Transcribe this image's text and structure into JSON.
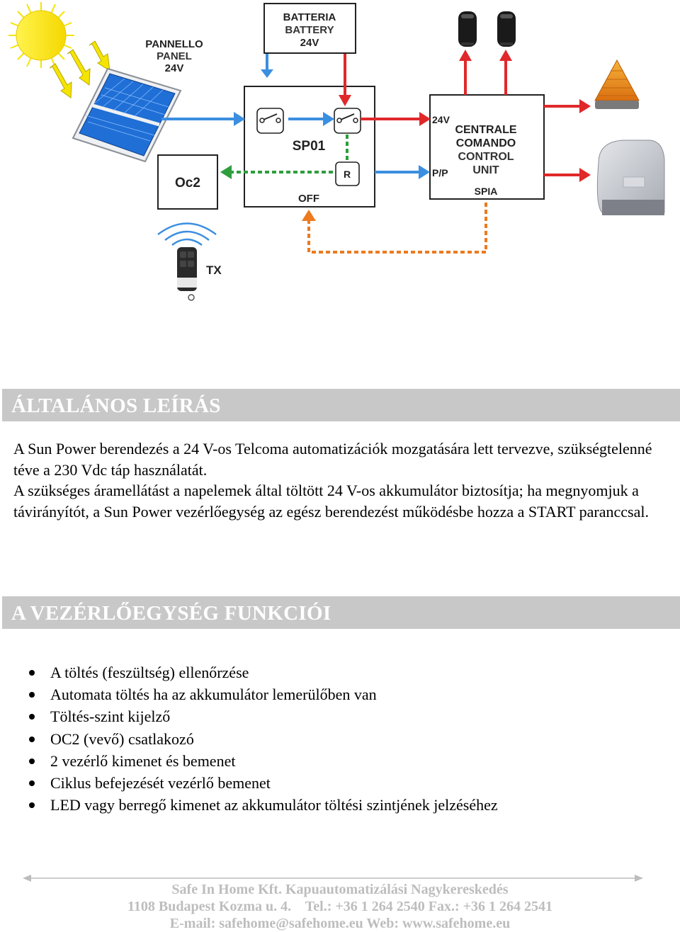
{
  "diagram": {
    "battery_labels": [
      "BATTERIA",
      "BATTERY",
      "24V"
    ],
    "panel_labels": [
      "PANNELLO",
      "PANEL",
      "24V"
    ],
    "sp01_label": "SP01",
    "r_label": "R",
    "off_label": "OFF",
    "oc2_label": "Oc2",
    "tx_label": "TX",
    "control_v24": "24V",
    "control_pp": "P/P",
    "control_lines": [
      "CENTRALE",
      "COMANDO",
      "CONTROL",
      "UNIT"
    ],
    "control_spia": "SPIA",
    "colors": {
      "blue": "#3b8fe0",
      "red": "#e0282a",
      "green": "#2e9e3c",
      "orange": "#ec7a1e",
      "yellow": "#f5e400"
    }
  },
  "section1": {
    "heading": "ÁLTALÁNOS LEÍRÁS",
    "paragraphs": [
      "A Sun Power berendezés a 24 V-os Telcoma automatizációk mozgatására lett tervezve, szükségtelenné téve  a 230 Vdc táp használatát.",
      "A szükséges áramellátást a napelemek által töltött 24 V-os akkumulátor biztosítja; ha megnyomjuk a távirányítót, a Sun Power vezérlőegység az egész berendezést működésbe hozza a START paranccsal."
    ]
  },
  "section2": {
    "heading": "A VEZÉRLŐEGYSÉG FUNKCIÓI",
    "items": [
      "A töltés (feszültség) ellenőrzése",
      "Automata töltés ha az akkumulátor lemerülőben van",
      "Töltés-szint kijelző",
      "OC2 (vevő) csatlakozó",
      "2 vezérlő kimenet és bemenet",
      "Ciklus befejezését vezérlő bemenet",
      "LED vagy berregő kimenet az akkumulátor töltési szintjének jelzéséhez"
    ]
  },
  "footer": {
    "line1": "Safe In Home Kft. Kapuautomatizálási Nagykereskedés",
    "line2": "1108 Budapest Kozma u. 4.    Tel.: +36 1 264 2540 Fax.: +36 1 264 2541",
    "line3": "E-mail: safehome@safehome.eu  Web: www.safehome.eu"
  }
}
